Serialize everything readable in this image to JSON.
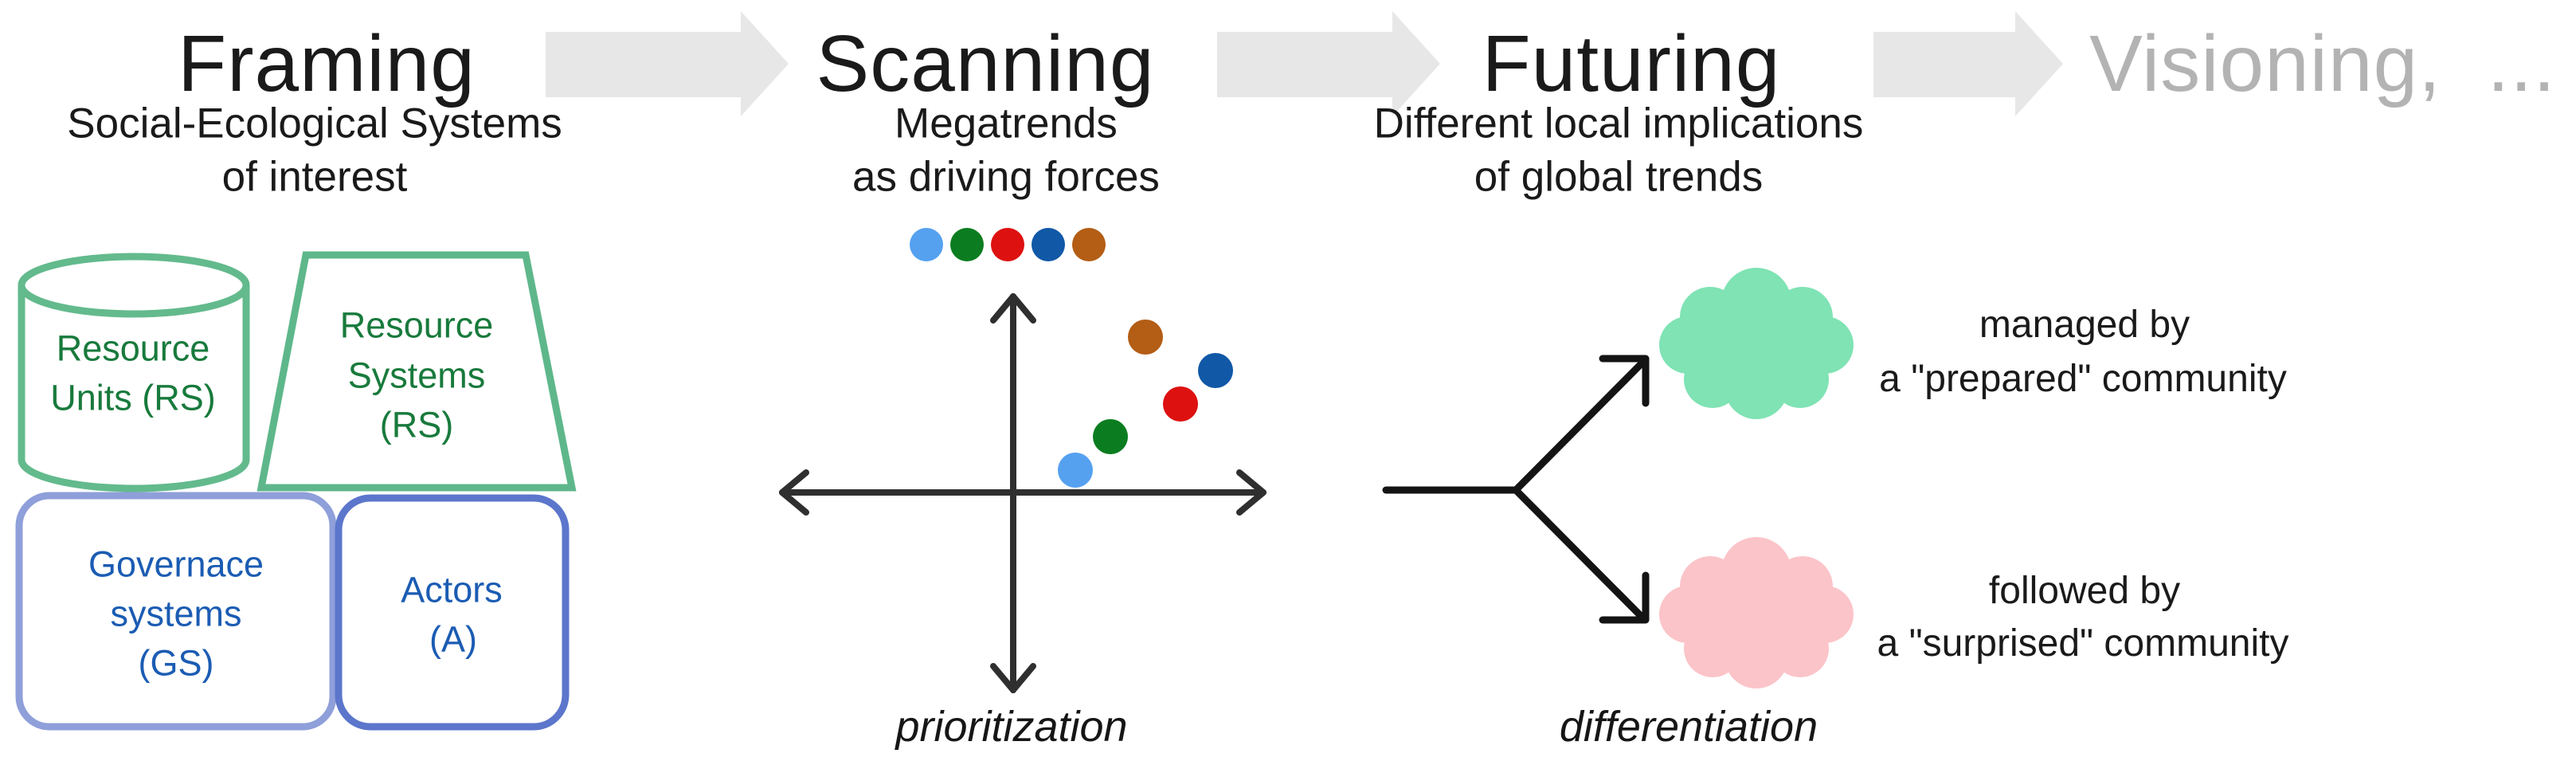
{
  "colors": {
    "flow_arrow": "#e7e7e7",
    "title_text": "#1a1a1a",
    "muted_title_text": "#b3b3b3",
    "diagram_line": "#2f2f2f",
    "branch_line": "#141414"
  },
  "stages": [
    {
      "title": "Framing",
      "subtitle_line1": "Social-Ecological Systems",
      "subtitle_line2": "of interest"
    },
    {
      "title": "Scanning",
      "subtitle_line1": "Megatrends",
      "subtitle_line2": "as driving forces"
    },
    {
      "title": "Futuring",
      "subtitle_line1": "Different local implications",
      "subtitle_line2": "of global trends"
    },
    {
      "title": "Visioning,  ..."
    }
  ],
  "framing": {
    "resource_units": {
      "line1": "Resource",
      "line2": "Units (RS)",
      "stroke_color": "#63ba8c",
      "text_color": "#187a3c"
    },
    "resource_systems": {
      "line1": "Resource",
      "line2": "Systems",
      "line3": "(RS)",
      "stroke_color": "#5eb78a",
      "text_color": "#187a3c"
    },
    "governance": {
      "line1": "Governace",
      "line2": "systems",
      "line3": "(GS)",
      "stroke_color": "#8f9fda",
      "text_color": "#1b5cb3"
    },
    "actors": {
      "line1": "Actors",
      "line2": "(A)",
      "stroke_color": "#5b76cb",
      "text_color": "#1b5cb3"
    }
  },
  "scanning": {
    "axis_label": "prioritization",
    "megatrends": [
      {
        "name": "megatrend-light-blue",
        "color": "#55a1f0"
      },
      {
        "name": "megatrend-green",
        "color": "#0b7d20"
      },
      {
        "name": "megatrend-red",
        "color": "#de1111"
      },
      {
        "name": "megatrend-dark-blue",
        "color": "#1158a7"
      },
      {
        "name": "megatrend-brown",
        "color": "#b35d15"
      }
    ]
  },
  "futuring": {
    "axis_label": "differentiation",
    "prepared_cloud_color": "#7fe3b4",
    "surprised_cloud_color": "#fbc4c9",
    "prepared_caption": {
      "line1": "managed by",
      "line2": "a \"prepared\" community"
    },
    "surprised_caption": {
      "line1": "followed by",
      "line2": "a \"surprised\" community"
    }
  }
}
